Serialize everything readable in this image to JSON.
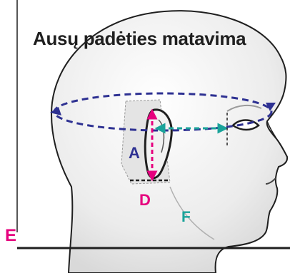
{
  "title": "Ausų padėties matavima",
  "labels": {
    "a": "A",
    "d": "D",
    "e": "E",
    "f": "F"
  },
  "colors": {
    "navy": "#2e3192",
    "magenta": "#e6007e",
    "teal": "#1aa39a",
    "skin": "#ededed",
    "outline": "#1f1f1f"
  }
}
